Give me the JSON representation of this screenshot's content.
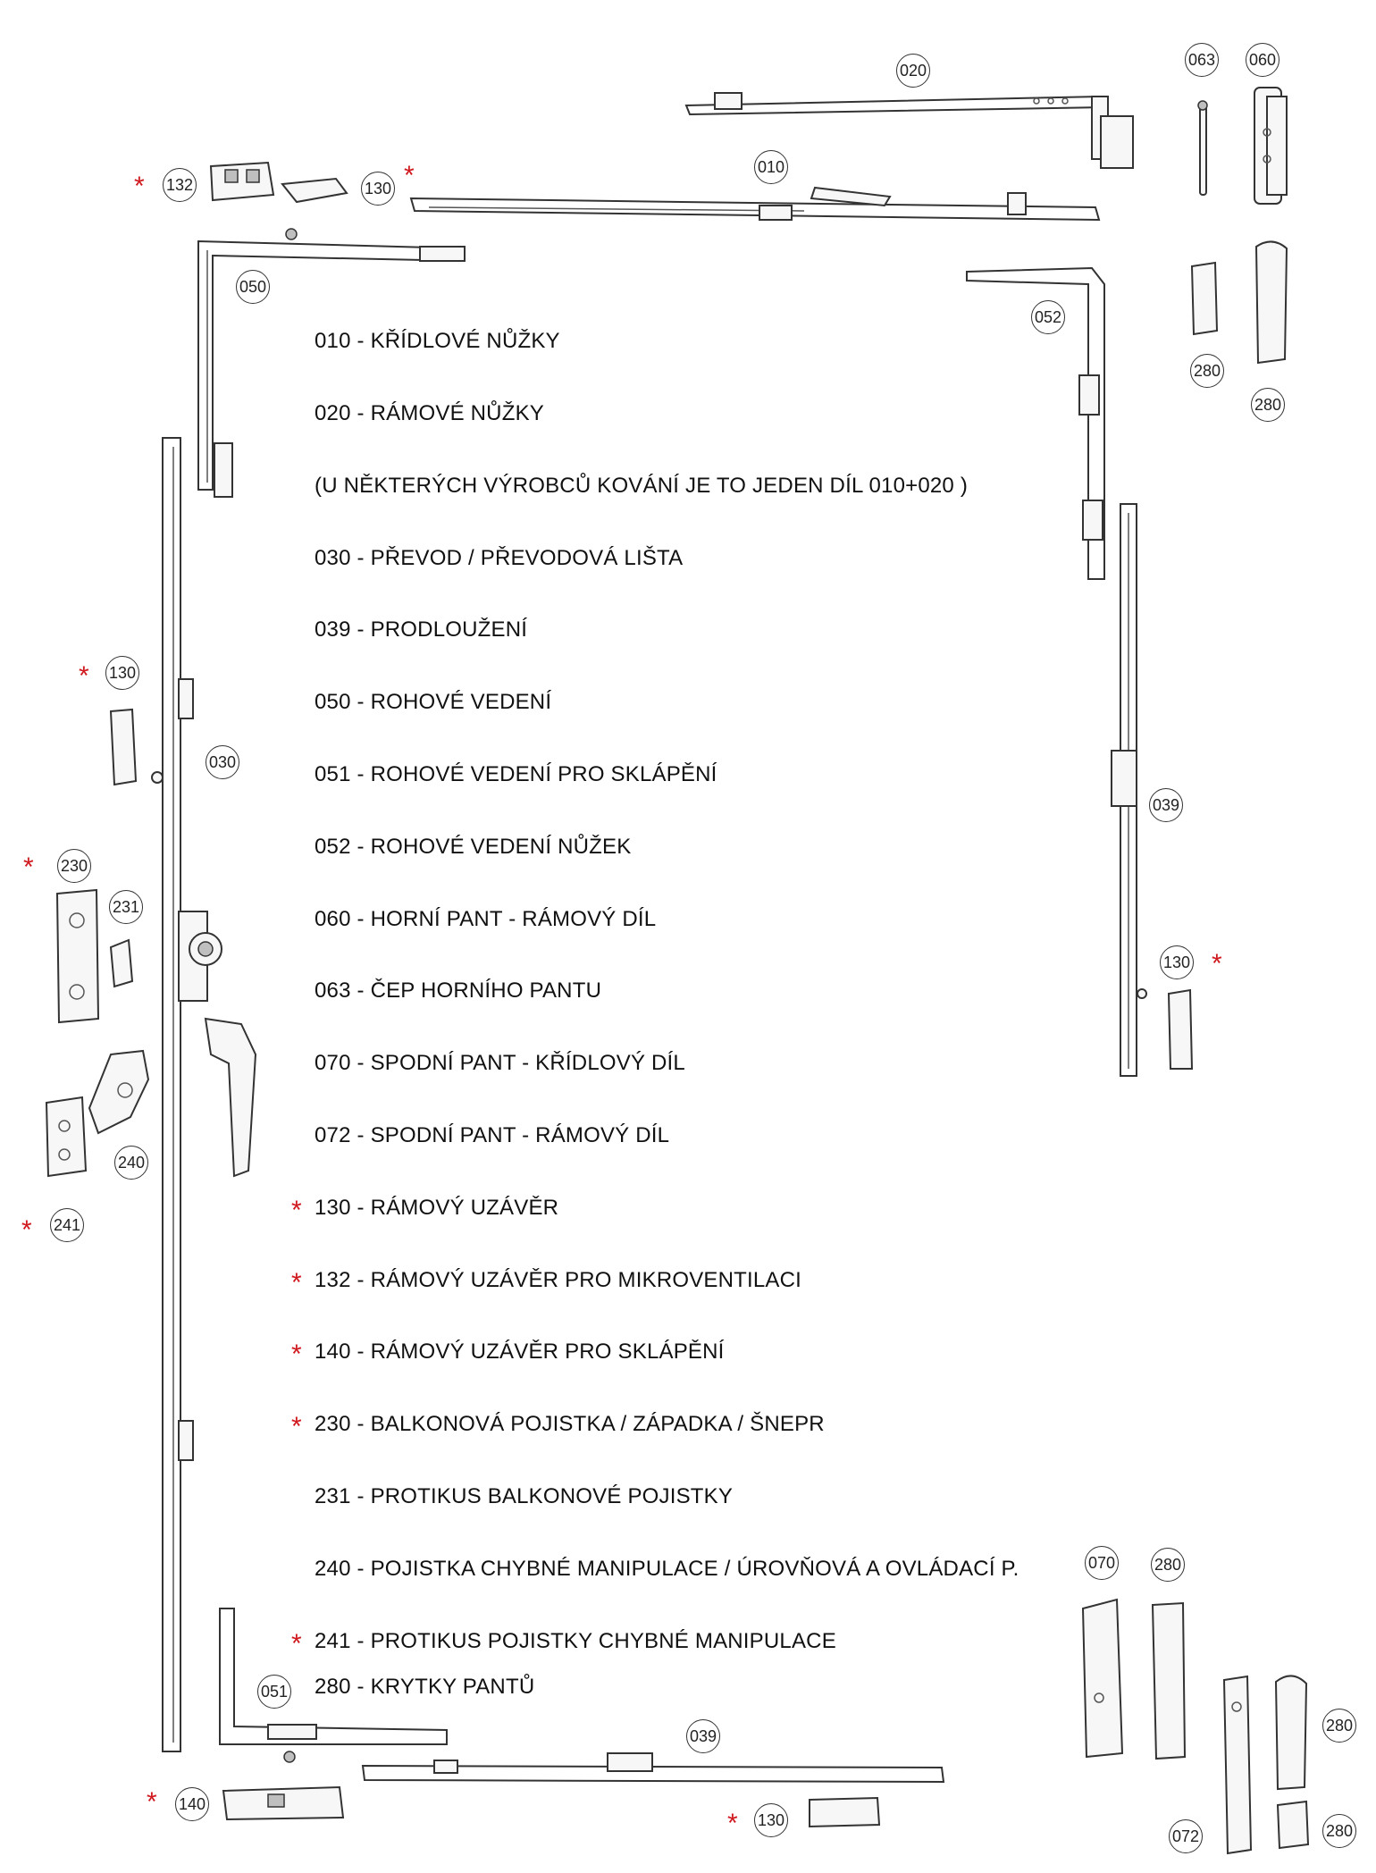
{
  "legend": [
    {
      "star": false,
      "text": "010 - KŘÍDLOVÉ NŮŽKY"
    },
    {
      "star": false,
      "text": "020 - RÁMOVÉ NŮŽKY"
    },
    {
      "star": false,
      "text": "(U NĚKTERÝCH VÝROBCŮ KOVÁNÍ JE TO JEDEN DÍL 010+020 )"
    },
    {
      "star": false,
      "text": "030 - PŘEVOD / PŘEVODOVÁ LIŠTA"
    },
    {
      "star": false,
      "text": "039 - PRODLOUŽENÍ"
    },
    {
      "star": false,
      "text": "050 - ROHOVÉ VEDENÍ"
    },
    {
      "star": false,
      "text": "051 - ROHOVÉ VEDENÍ PRO SKLÁPĚNÍ"
    },
    {
      "star": false,
      "text": "052 - ROHOVÉ VEDENÍ NŮŽEK"
    },
    {
      "star": false,
      "text": "060 - HORNÍ PANT - RÁMOVÝ DÍL"
    },
    {
      "star": false,
      "text": "063 - ČEP HORNÍHO PANTU"
    },
    {
      "star": false,
      "text": "070 - SPODNÍ PANT - KŘÍDLOVÝ DÍL"
    },
    {
      "star": false,
      "text": "072 - SPODNÍ PANT - RÁMOVÝ DÍL"
    },
    {
      "star": true,
      "text": "130 - RÁMOVÝ UZÁVĚR"
    },
    {
      "star": true,
      "text": "132 - RÁMOVÝ UZÁVĚR PRO MIKROVENTILACI"
    },
    {
      "star": true,
      "text": "140 - RÁMOVÝ UZÁVĚR PRO SKLÁPĚNÍ"
    },
    {
      "star": true,
      "text": "230 - BALKONOVÁ POJISTKA / ZÁPADKA / ŠNEPR"
    },
    {
      "star": false,
      "text": "231 - PROTIKUS BALKONOVÉ POJISTKY"
    },
    {
      "star": false,
      "text": "240 - POJISTKA CHYBNÉ MANIPULACE / ÚROVŇOVÁ A OVLÁDACÍ P."
    },
    {
      "star": true,
      "text": "241 - PROTIKUS POJISTKY CHYBNÉ MANIPULACE"
    },
    {
      "star": false,
      "text": "280 - KRYTKY PANTŮ"
    }
  ],
  "star_symbol": "*",
  "callouts": {
    "c020": "020",
    "c063": "063",
    "c060": "060",
    "c010": "010",
    "c132": "132",
    "c130_top": "130",
    "c050": "050",
    "c052": "052",
    "c280_a": "280",
    "c280_b": "280",
    "c130_left": "130",
    "c030": "030",
    "c039_right": "039",
    "c230": "230",
    "c231": "231",
    "c130_right": "130",
    "c240": "240",
    "c241": "241",
    "c070": "070",
    "c280_c": "280",
    "c051": "051",
    "c039_bottom": "039",
    "c280_d": "280",
    "c140": "140",
    "c130_bottom": "130",
    "c072": "072",
    "c280_e": "280"
  },
  "colors": {
    "star": "#d0191e",
    "line": "#333333",
    "text": "#111111"
  }
}
